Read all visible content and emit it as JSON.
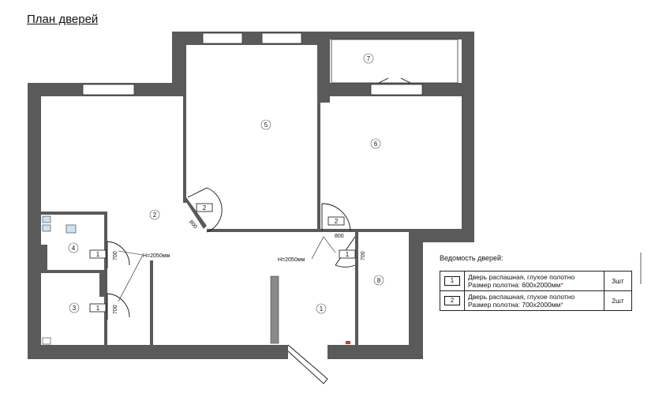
{
  "title": "План дверей",
  "rooms": [
    "1",
    "2",
    "3",
    "4",
    "5",
    "6",
    "7",
    "8"
  ],
  "door_tags": {
    "type1": "1",
    "type2": "2"
  },
  "dimensions": {
    "d700": "700",
    "d800": "800",
    "h_left": "H=2050мм",
    "h_right": "H=2050мм"
  },
  "schedule": {
    "title": "Ведомость дверей:",
    "rows": [
      {
        "tag": "1",
        "line1": "Дверь распашная, глухое полотно",
        "line2": "Размер полотна: 600х2000мм",
        "mark": "*",
        "qty": "3шт"
      },
      {
        "tag": "2",
        "line1": "Дверь распашная, глухое полотно",
        "line2": "Размер полотна: 700х2000мм",
        "mark": "*",
        "qty": "2шт"
      }
    ]
  },
  "colors": {
    "wall": "#5a5a5a",
    "accent_mark": "#d23333"
  }
}
